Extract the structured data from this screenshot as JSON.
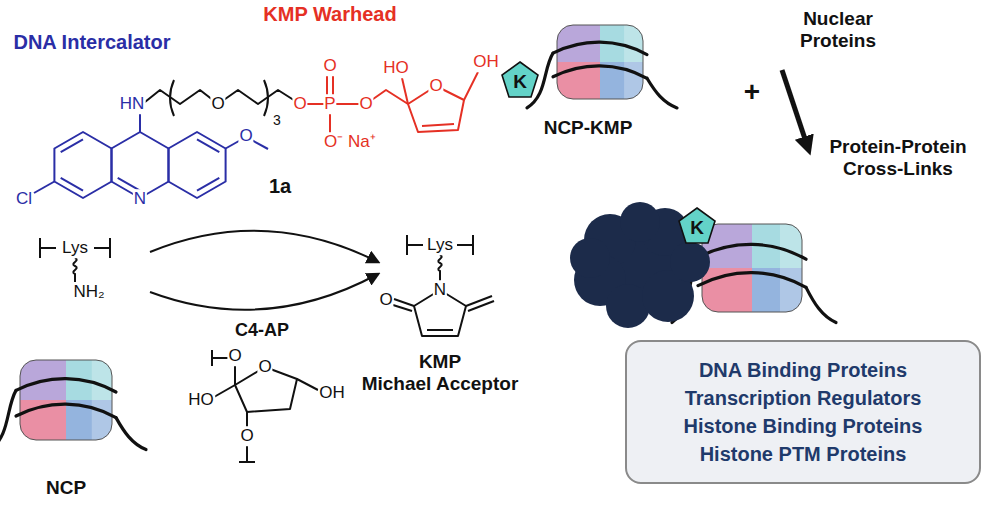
{
  "diagram": {
    "nodes": [
      {
        "text": [
          "K"
        ]
      },
      {
        "text": [
          "K"
        ]
      },
      {
        "text": [
          "DNA Binding Proteins",
          "Transcription Regulators",
          "Histone Binding Proteins",
          "Histone PTM Proteins"
        ]
      }
    ],
    "labels": [
      "DNA Intercalator",
      "KMP Warhead",
      "HN",
      "O",
      "3",
      "O",
      "P",
      "O",
      "O",
      "O⁻ Na⁺",
      "HO",
      "OH",
      "O",
      "Cl",
      "N",
      "O",
      "1a",
      "Lys",
      "NH₂",
      "C4-AP",
      "HO",
      "OH",
      "O",
      "O",
      "O",
      "Lys",
      "O",
      "N",
      "KMP",
      "Michael Acceptor",
      "NCP",
      "NCP-KMP",
      "Nuclear Proteins",
      "+",
      "Protein-Protein Cross-Links"
    ]
  }
}
